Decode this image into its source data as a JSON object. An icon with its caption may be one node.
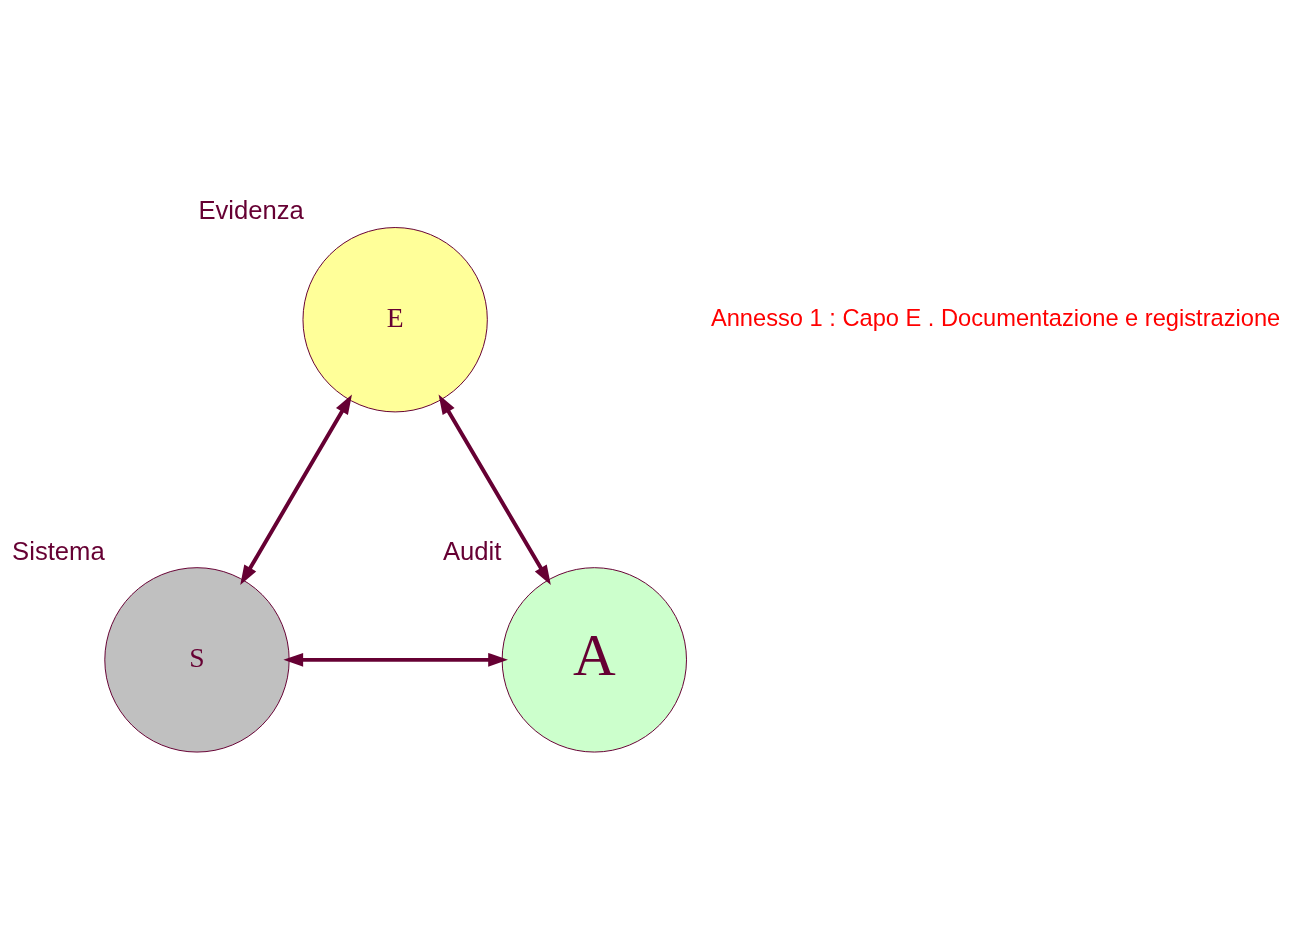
{
  "diagram": {
    "nodes": [
      {
        "text": [
          "E"
        ],
        "beside": [
          "Evidenza"
        ]
      },
      {
        "text": [
          "S"
        ],
        "beside": [
          "Sistema"
        ]
      },
      {
        "text": [
          "A"
        ],
        "beside": [
          "Audit"
        ]
      }
    ],
    "edges": [
      {
        "from": 1,
        "to": 0,
        "arrow": "both"
      },
      {
        "from": 0,
        "to": 2,
        "arrow": "both"
      },
      {
        "from": 1,
        "to": 2,
        "arrow": "both"
      }
    ],
    "labels": [
      "Annesso 1 : Capo E . Documentazione e registrazione"
    ]
  }
}
